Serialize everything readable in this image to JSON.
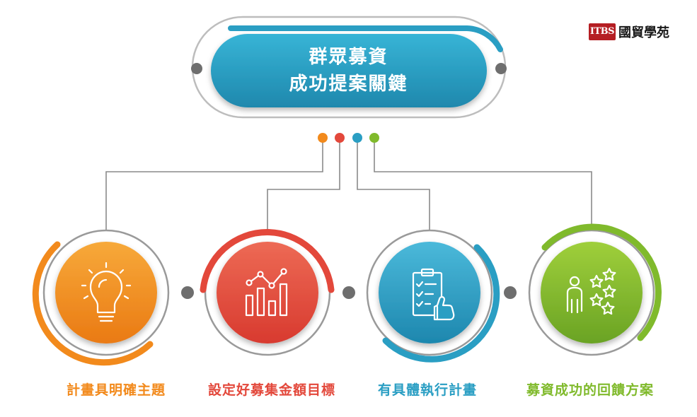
{
  "title": {
    "line1": "群眾募資",
    "line2": "成功提案關鍵"
  },
  "logo": {
    "badge": "ITBS",
    "name": "國貿學苑"
  },
  "colors": {
    "orange": "#f28a1c",
    "red": "#e3483b",
    "blue": "#2a9ec3",
    "green": "#80ba2c",
    "title_box": "#2b9ec4",
    "connector": "#8a8a8a"
  },
  "items": [
    {
      "label": "計畫具明確主題",
      "color": "#f28a1c",
      "icon": "lightbulb-icon"
    },
    {
      "label": "設定好募集金額目標",
      "color": "#e3483b",
      "icon": "bar-chart-icon"
    },
    {
      "label": "有具體執行計畫",
      "color": "#2a9ec3",
      "icon": "checklist-thumbs-up-icon"
    },
    {
      "label": "募資成功的回饋方案",
      "color": "#80ba2c",
      "icon": "person-stars-icon"
    }
  ]
}
